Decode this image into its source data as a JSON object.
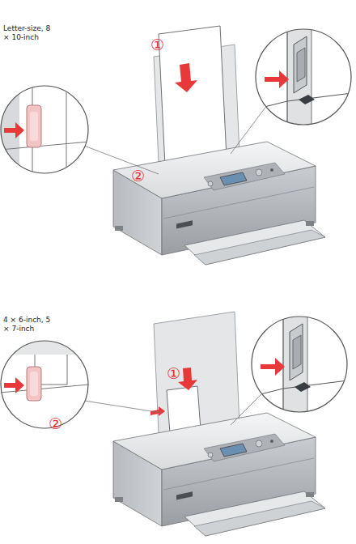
{
  "diagram": {
    "labels": [
      "Letter-size, 8 × 10-inch",
      "①",
      "②",
      "4 × 6-inch, 5 × 7-inch",
      "①",
      "②"
    ]
  }
}
